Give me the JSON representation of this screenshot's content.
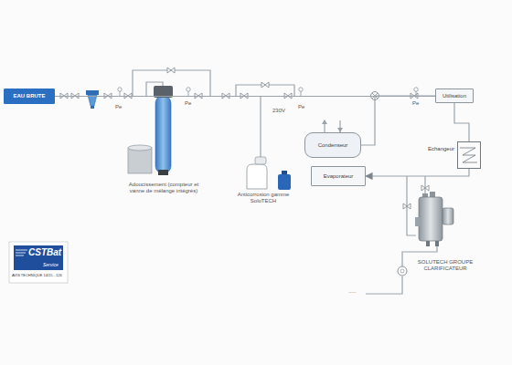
{
  "diagram": {
    "nodes": [
      {
        "text": [
          "EAU BRUTE"
        ]
      },
      {
        "text": [
          "Condenseur"
        ]
      },
      {
        "text": [
          "Evaporateur"
        ]
      },
      {
        "text": [
          "Utilisation"
        ]
      },
      {
        "text": [
          "Echangeur"
        ]
      }
    ],
    "edges": [
      {
        "from": 0,
        "to": 3,
        "arrow": "none"
      },
      {
        "from": 1,
        "to": 3,
        "arrow": "none"
      },
      {
        "from": 3,
        "to": 4,
        "arrow": "none"
      },
      {
        "from": 4,
        "to": 2,
        "arrow": "to"
      }
    ],
    "labels": [
      "Pe",
      "Pe",
      "Adoucissement (compteur et vanne de mélange intégrés)",
      "230V",
      "Pe",
      "Anticorrosion gamme SoluTECH",
      "Pe",
      "SOLUTECH GROUPE CLARIFICATEUR",
      ".....",
      "CSTBat",
      "Service",
      "AVIS TECHNIQUE 14/15 - 126"
    ]
  }
}
